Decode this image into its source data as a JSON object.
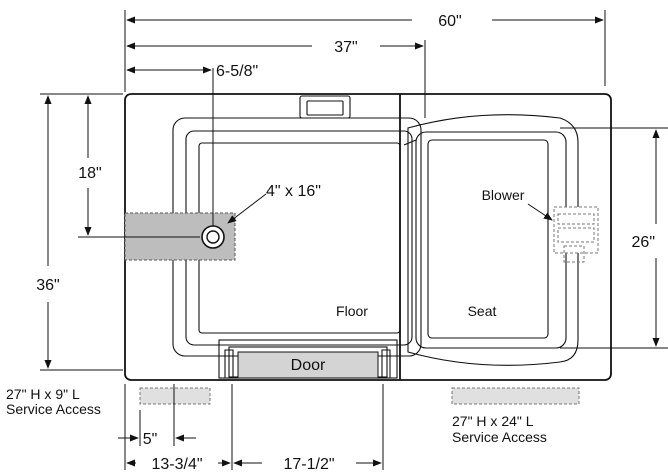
{
  "dimensions": {
    "total_width": "60\"",
    "inner_width": "37\"",
    "drain_offset": "6-5/8\"",
    "drain_height": "18\"",
    "total_depth": "36\"",
    "seat_depth": "26\"",
    "drain_size": "4\" x 16\"",
    "service_offset": "5\"",
    "door_offset": "13-3/4\"",
    "door_width": "17-1/2\""
  },
  "labels": {
    "blower": "Blower",
    "floor": "Floor",
    "seat": "Seat",
    "door": "Door"
  },
  "service_access": {
    "left_size": "27\" H x 9\" L",
    "left_label": "Service Access",
    "right_size": "27\" H x 24\" L",
    "right_label": "Service Access"
  },
  "colors": {
    "line": "#111111",
    "shaded_area": "#bdbdbd",
    "door_fill": "#d4d4d4",
    "service_access_fill": "#e0e0e0"
  }
}
